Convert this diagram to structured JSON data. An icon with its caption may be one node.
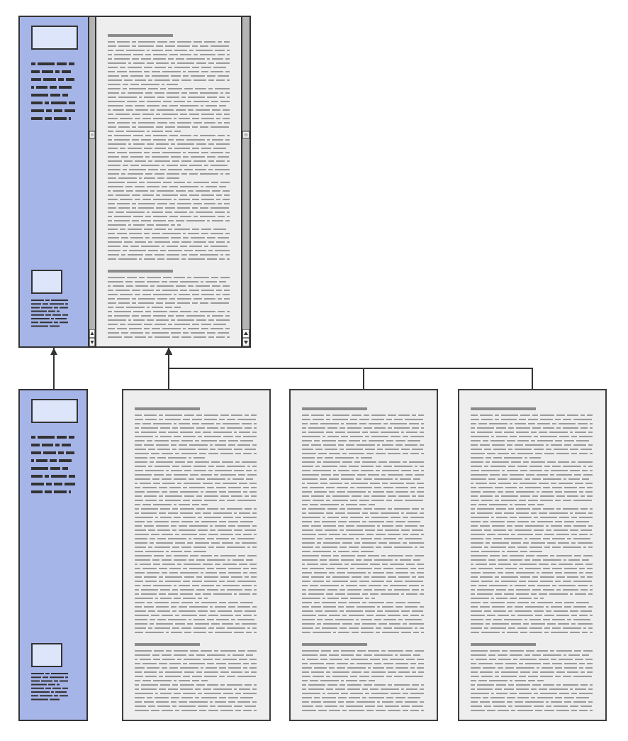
{
  "diagram": {
    "nodes": [
      {
        "text": [],
        "shape": "box"
      },
      {
        "text": [],
        "shape": "box",
        "in": 0
      },
      {
        "text": [],
        "shape": "box",
        "in": 0
      },
      {
        "text": [],
        "shape": "box"
      },
      {
        "text": [],
        "shape": "box"
      },
      {
        "text": [],
        "shape": "box"
      },
      {
        "text": [],
        "shape": "box"
      }
    ],
    "edges": [
      {
        "from": 3,
        "to": 1,
        "arrow": "to"
      },
      {
        "from": 4,
        "to": 2,
        "arrow": "to"
      },
      {
        "from": 5,
        "to": 2,
        "arrow": "to"
      },
      {
        "from": 6,
        "to": 2,
        "arrow": "to"
      }
    ]
  }
}
